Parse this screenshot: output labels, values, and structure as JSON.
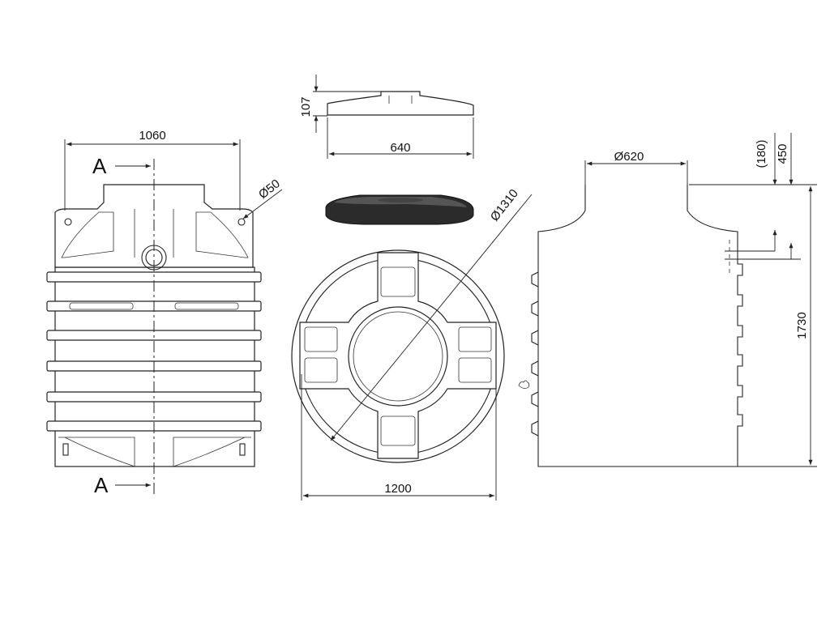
{
  "dimensions": {
    "width_front": "1060",
    "pipe_diameter": "Ø50",
    "lid_height": "107",
    "lid_width": "640",
    "outer_diameter": "Ø1310",
    "base_width": "1200",
    "neck_diameter": "Ø620",
    "neck_offset": "(180)",
    "neck_height": "450",
    "total_height": "1730"
  },
  "section_marks": {
    "top": "A",
    "bottom": "A"
  },
  "colors": {
    "line": "#222222",
    "lid_fill": "#2b2b2b",
    "background": "#ffffff"
  }
}
